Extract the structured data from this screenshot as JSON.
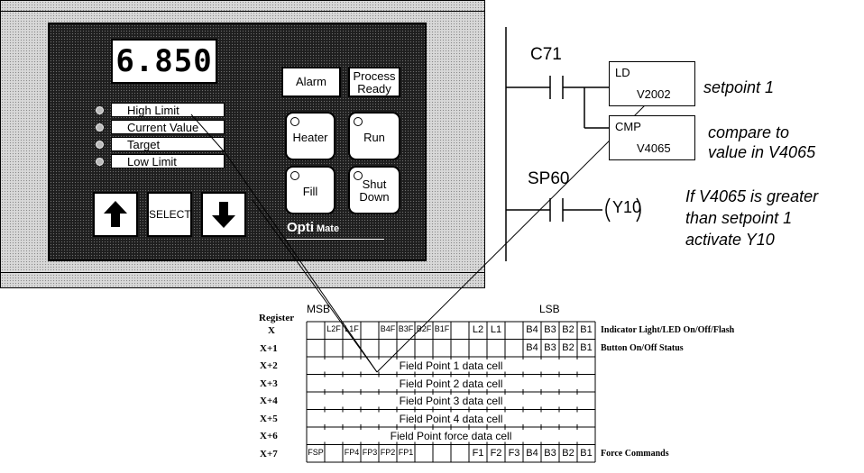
{
  "panel": {
    "display_value": "6.850",
    "indicators": [
      "High Limit",
      "Current Value",
      "Target",
      "Low Limit"
    ],
    "alarm_label": "Alarm",
    "process_ready_label": [
      "Process",
      "Ready"
    ],
    "heater_label": "Heater",
    "run_label": "Run",
    "fill_label": "Fill",
    "shutdown_label": [
      "Shut",
      "Down"
    ],
    "select_label": "SELECT",
    "logo_text": [
      "Opti",
      "Mate"
    ]
  },
  "ladder": {
    "contact1": "C71",
    "ld_op": "LD",
    "ld_arg": "V2002",
    "ld_note": "setpoint 1",
    "cmp_op": "CMP",
    "cmp_arg": "V4065",
    "cmp_note": [
      "compare to",
      "value in V4065"
    ],
    "contact2": "SP60",
    "coil": "Y10",
    "coil_note": [
      "If V4065 is greater",
      "than setpoint 1",
      "activate Y10"
    ]
  },
  "register_table": {
    "register_header": "Register",
    "msb": "MSB",
    "lsb": "LSB",
    "rows": [
      {
        "reg": "X",
        "bits": [
          "",
          "L2F",
          "L1F",
          "",
          "B4F",
          "B3F",
          "B2F",
          "B1F",
          "",
          "L2",
          "L1",
          "",
          "B4",
          "B3",
          "B2",
          "B1"
        ],
        "desc": "Indicator Light/LED On/Off/Flash"
      },
      {
        "reg": "X+1",
        "bits": [
          "",
          "",
          "",
          "",
          "",
          "",
          "",
          "",
          "",
          "",
          "",
          "",
          "B4",
          "B3",
          "B2",
          "B1"
        ],
        "desc": "Button On/Off Status"
      },
      {
        "reg": "X+2",
        "text": "Field Point 1 data cell",
        "desc": ""
      },
      {
        "reg": "X+3",
        "text": "Field Point 2 data cell",
        "desc": ""
      },
      {
        "reg": "X+4",
        "text": "Field Point 3 data cell",
        "desc": ""
      },
      {
        "reg": "X+5",
        "text": "Field Point 4 data cell",
        "desc": ""
      },
      {
        "reg": "X+6",
        "text": "Field Point force data cell",
        "desc": ""
      },
      {
        "reg": "X+7",
        "bits": [
          "FSP",
          "",
          "FP4",
          "FP3",
          "FP2",
          "FP1",
          "",
          "",
          "",
          "F1",
          "F2",
          "F3",
          "B4",
          "B3",
          "B2",
          "B1"
        ],
        "desc": "Force Commands"
      }
    ]
  }
}
